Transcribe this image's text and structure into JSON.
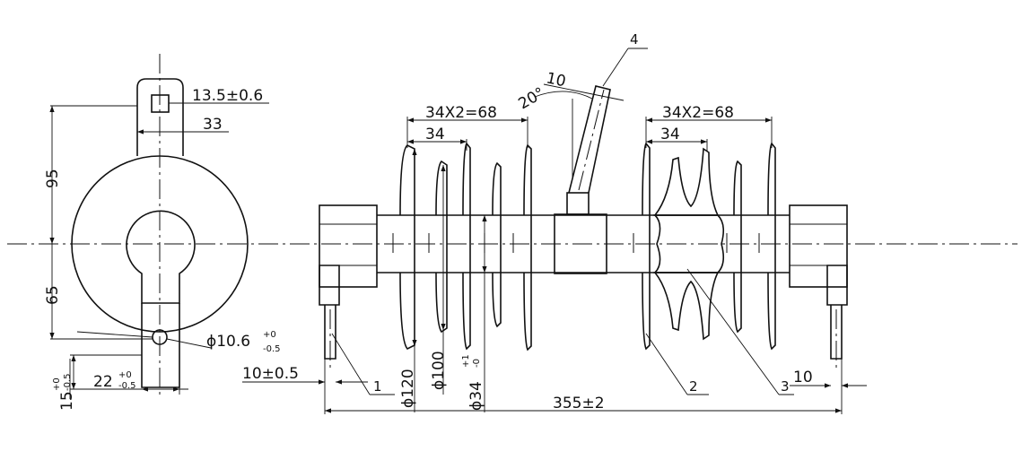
{
  "dimensions": {
    "hole_square": "13.5±0.6",
    "tab_width": "33",
    "upper_height": "95",
    "lower_height": "65",
    "hole_dia_main": "ϕ10.6",
    "hole_dia_tol_upper": "+0",
    "hole_dia_tol_lower": "-0.5",
    "width_22_main": "22",
    "width_22_tol_upper": "+0",
    "width_22_tol_lower": "-0.5",
    "height_15_main": "15",
    "height_15_tol_upper": "+0",
    "height_15_tol_lower": "-0.5",
    "thickness_left": "10±0.5",
    "shed_pitch_left": "34X2=68",
    "shed_single_left": "34",
    "shed_pitch_right": "34X2=68",
    "shed_single_right": "34",
    "angle": "20°",
    "rod_width": "10",
    "dia_120": "ϕ120",
    "dia_100": "ϕ100",
    "dia_34_main": "ϕ34",
    "dia_34_tol_upper": "+1",
    "dia_34_tol_lower": "-0",
    "total_length": "355±2",
    "end_thickness": "10"
  },
  "callouts": {
    "c1": "1",
    "c2": "2",
    "c3": "3",
    "c4": "4"
  },
  "colors": {
    "line": "#111111",
    "background": "#ffffff"
  }
}
